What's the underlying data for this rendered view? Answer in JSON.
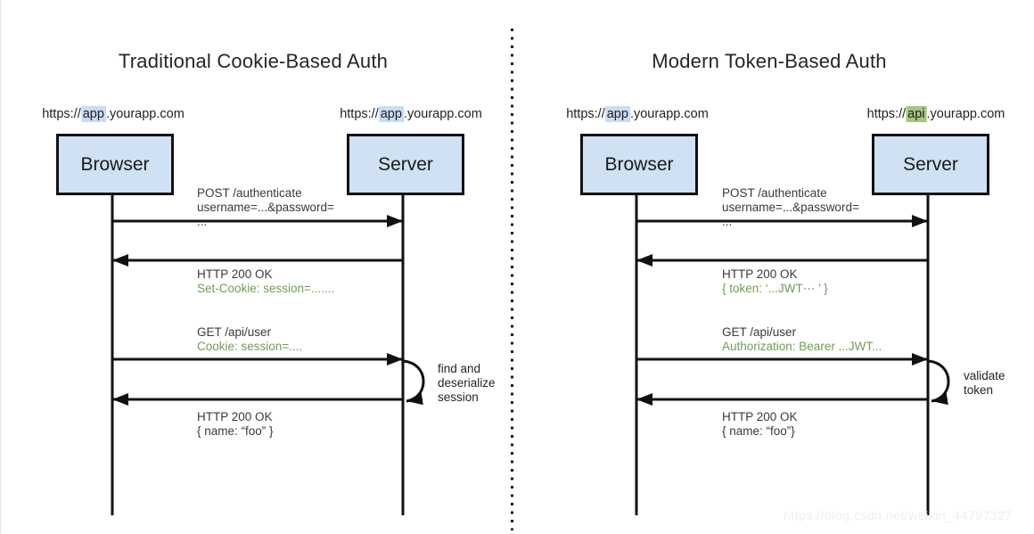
{
  "colors": {
    "box_fill": "#cfe1f2",
    "box_border": "#121212",
    "highlight_blue": "#c9dcf3",
    "highlight_green": "#a4c67e",
    "green_text": "#6e9e54",
    "watermark_text": "#eeeeee"
  },
  "watermark": {
    "text": "https://blog.csdn.net/weixin_44797327"
  },
  "panels": {
    "left": {
      "title": "Traditional Cookie-Based Auth",
      "browser_label": "Browser",
      "server_label": "Server",
      "browser_url": {
        "prefix": "https://",
        "highlight": "app",
        "suffix": ".yourapp.com"
      },
      "server_url": {
        "prefix": "https://",
        "highlight": "app",
        "suffix": ".yourapp.com"
      },
      "msg1": {
        "l1": "POST /authenticate",
        "l2": "username=...&password=",
        "l3": "..."
      },
      "msg2": {
        "l1": "HTTP 200 OK",
        "l2": "Set-Cookie: session=......."
      },
      "msg3": {
        "l1": "GET /api/user",
        "l2": "Cookie: session=...."
      },
      "msg4": {
        "l1": "HTTP 200 OK",
        "l2": "{ name: “foo” }"
      },
      "note": "find and\ndeserialize\nsession"
    },
    "right": {
      "title": "Modern Token-Based Auth",
      "browser_label": "Browser",
      "server_label": "Server",
      "browser_url": {
        "prefix": "https://",
        "highlight": "app",
        "suffix": ".yourapp.com"
      },
      "server_url": {
        "prefix": "https://",
        "highlight": "api",
        "suffix": ".yourapp.com"
      },
      "msg1": {
        "l1": "POST /authenticate",
        "l2": "username=...&password=",
        "l3": "..."
      },
      "msg2": {
        "l1": "HTTP 200 OK",
        "l2": "{ token: ‘...JWT⋯ ’ }"
      },
      "msg3": {
        "l1": "GET /api/user",
        "l2": "Authorization: Bearer ...JWT..."
      },
      "msg4": {
        "l1": "HTTP 200 OK",
        "l2": "{ name: “foo”}"
      },
      "note": "validate\ntoken"
    }
  }
}
